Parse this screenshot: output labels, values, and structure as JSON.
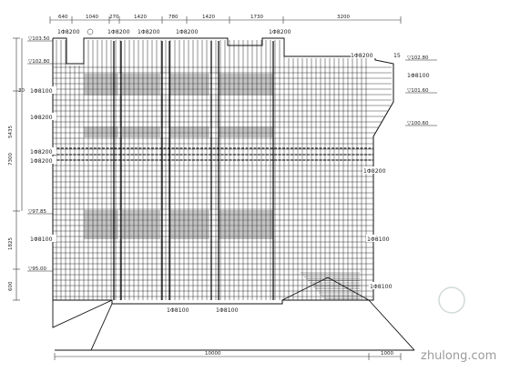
{
  "top_dimensions": [
    "640",
    "1040",
    "270",
    "1420",
    "780",
    "1420",
    "1730",
    "3200"
  ],
  "left_dimensions": [
    "5435",
    "7300",
    "1825",
    "600"
  ],
  "left_side_marks": [
    "30"
  ],
  "bottom_dimensions": [
    "10000",
    "1000"
  ],
  "elevations": [
    "▽103.50",
    "▽102.80",
    "▽102.80",
    "▽101.60",
    "▽100.60",
    "▽97.85",
    "▽95.00"
  ],
  "rebar_labels": {
    "top_1": "1Φ8200",
    "top_2": "1Φ8200",
    "top_3": "1Φ8200",
    "top_4": "1Φ8200",
    "top_5": "1Φ8200",
    "right_upper_1": "1Φ8200",
    "right_upper_2": "1Φ8100",
    "right_mid": "1Φ8200",
    "right_low": "1Φ8100",
    "right_bottom": "1Φ8100",
    "left_1": "1Φ8100",
    "left_2": "1Φ8200",
    "left_3": "1Φ8200",
    "left_4": "1Φ8200",
    "left_5": "1Φ8100",
    "bottom_1": "1Φ8100",
    "bottom_2": "1Φ8100",
    "right_top_small": "15"
  },
  "watermark": "zhulong.com"
}
